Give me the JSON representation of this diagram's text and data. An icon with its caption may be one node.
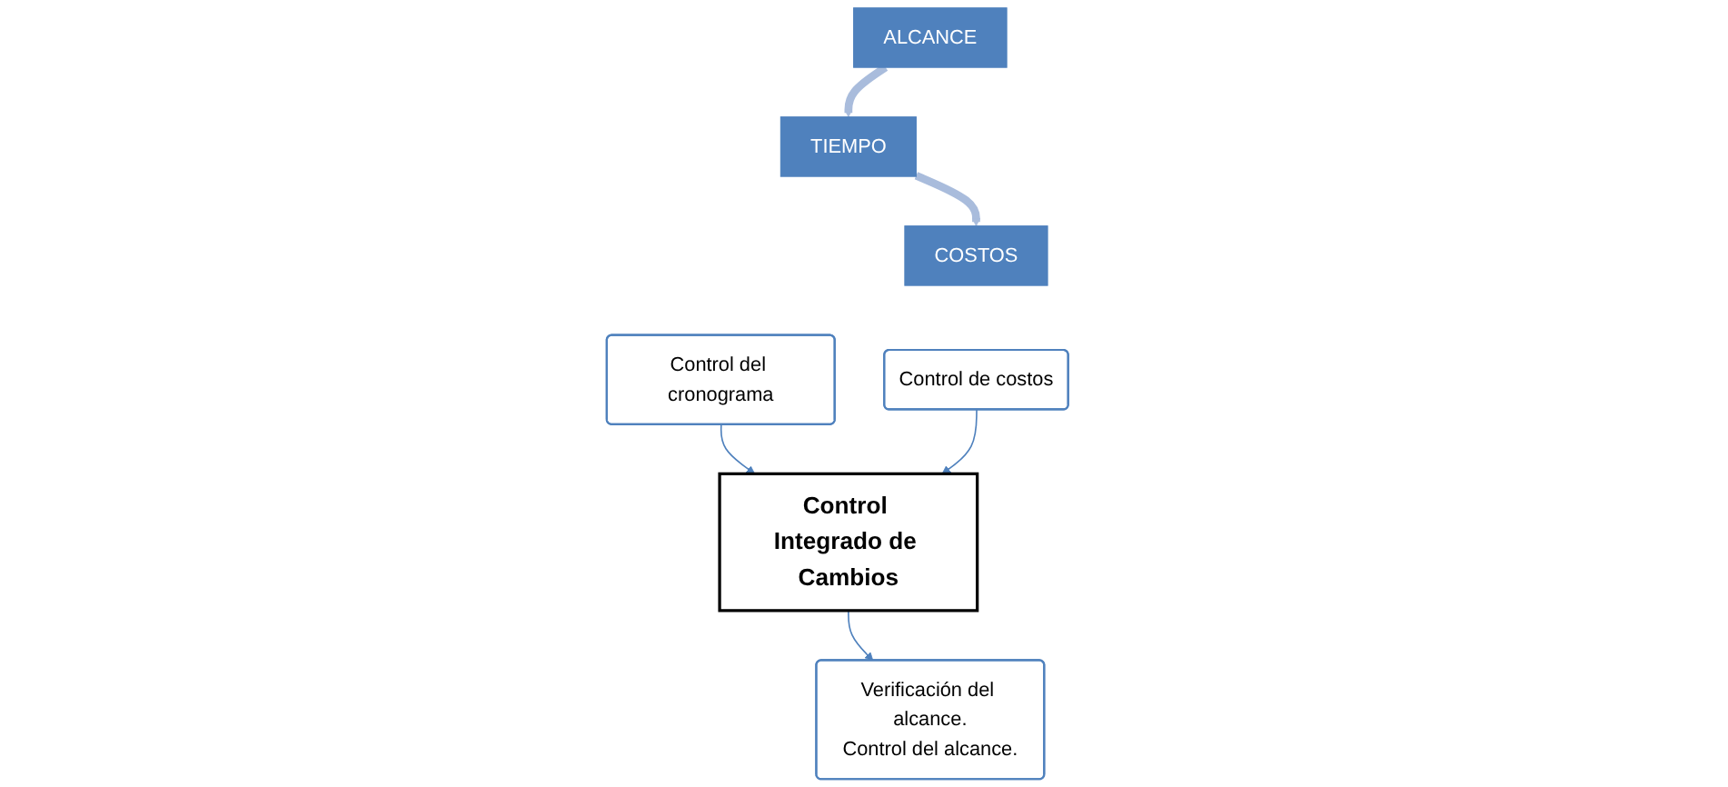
{
  "diagram": {
    "nodes": [
      {
        "text": [
          "ALCANCE"
        ]
      },
      {
        "text": [
          "Verificación del alcance.",
          "Control del alcance."
        ]
      },
      {
        "text": [
          "TIEMPO"
        ]
      },
      {
        "text": [
          "Control del cronograma"
        ]
      },
      {
        "text": [
          "COSTOS"
        ]
      },
      {
        "text": [
          "Control de costos"
        ]
      },
      {
        "text": [
          "Control Integrado de Cambios"
        ]
      }
    ],
    "edges": [
      {
        "from": 0,
        "to": 2,
        "arrow": "to",
        "style": "thick",
        "color": "#a9bcdc"
      },
      {
        "from": 2,
        "to": 4,
        "arrow": "to",
        "style": "thick",
        "color": "#a9bcdc"
      },
      {
        "from": 3,
        "to": 6,
        "arrow": "to"
      },
      {
        "from": 5,
        "to": 6,
        "arrow": "to"
      },
      {
        "from": 6,
        "to": 1,
        "arrow": "to"
      }
    ]
  }
}
